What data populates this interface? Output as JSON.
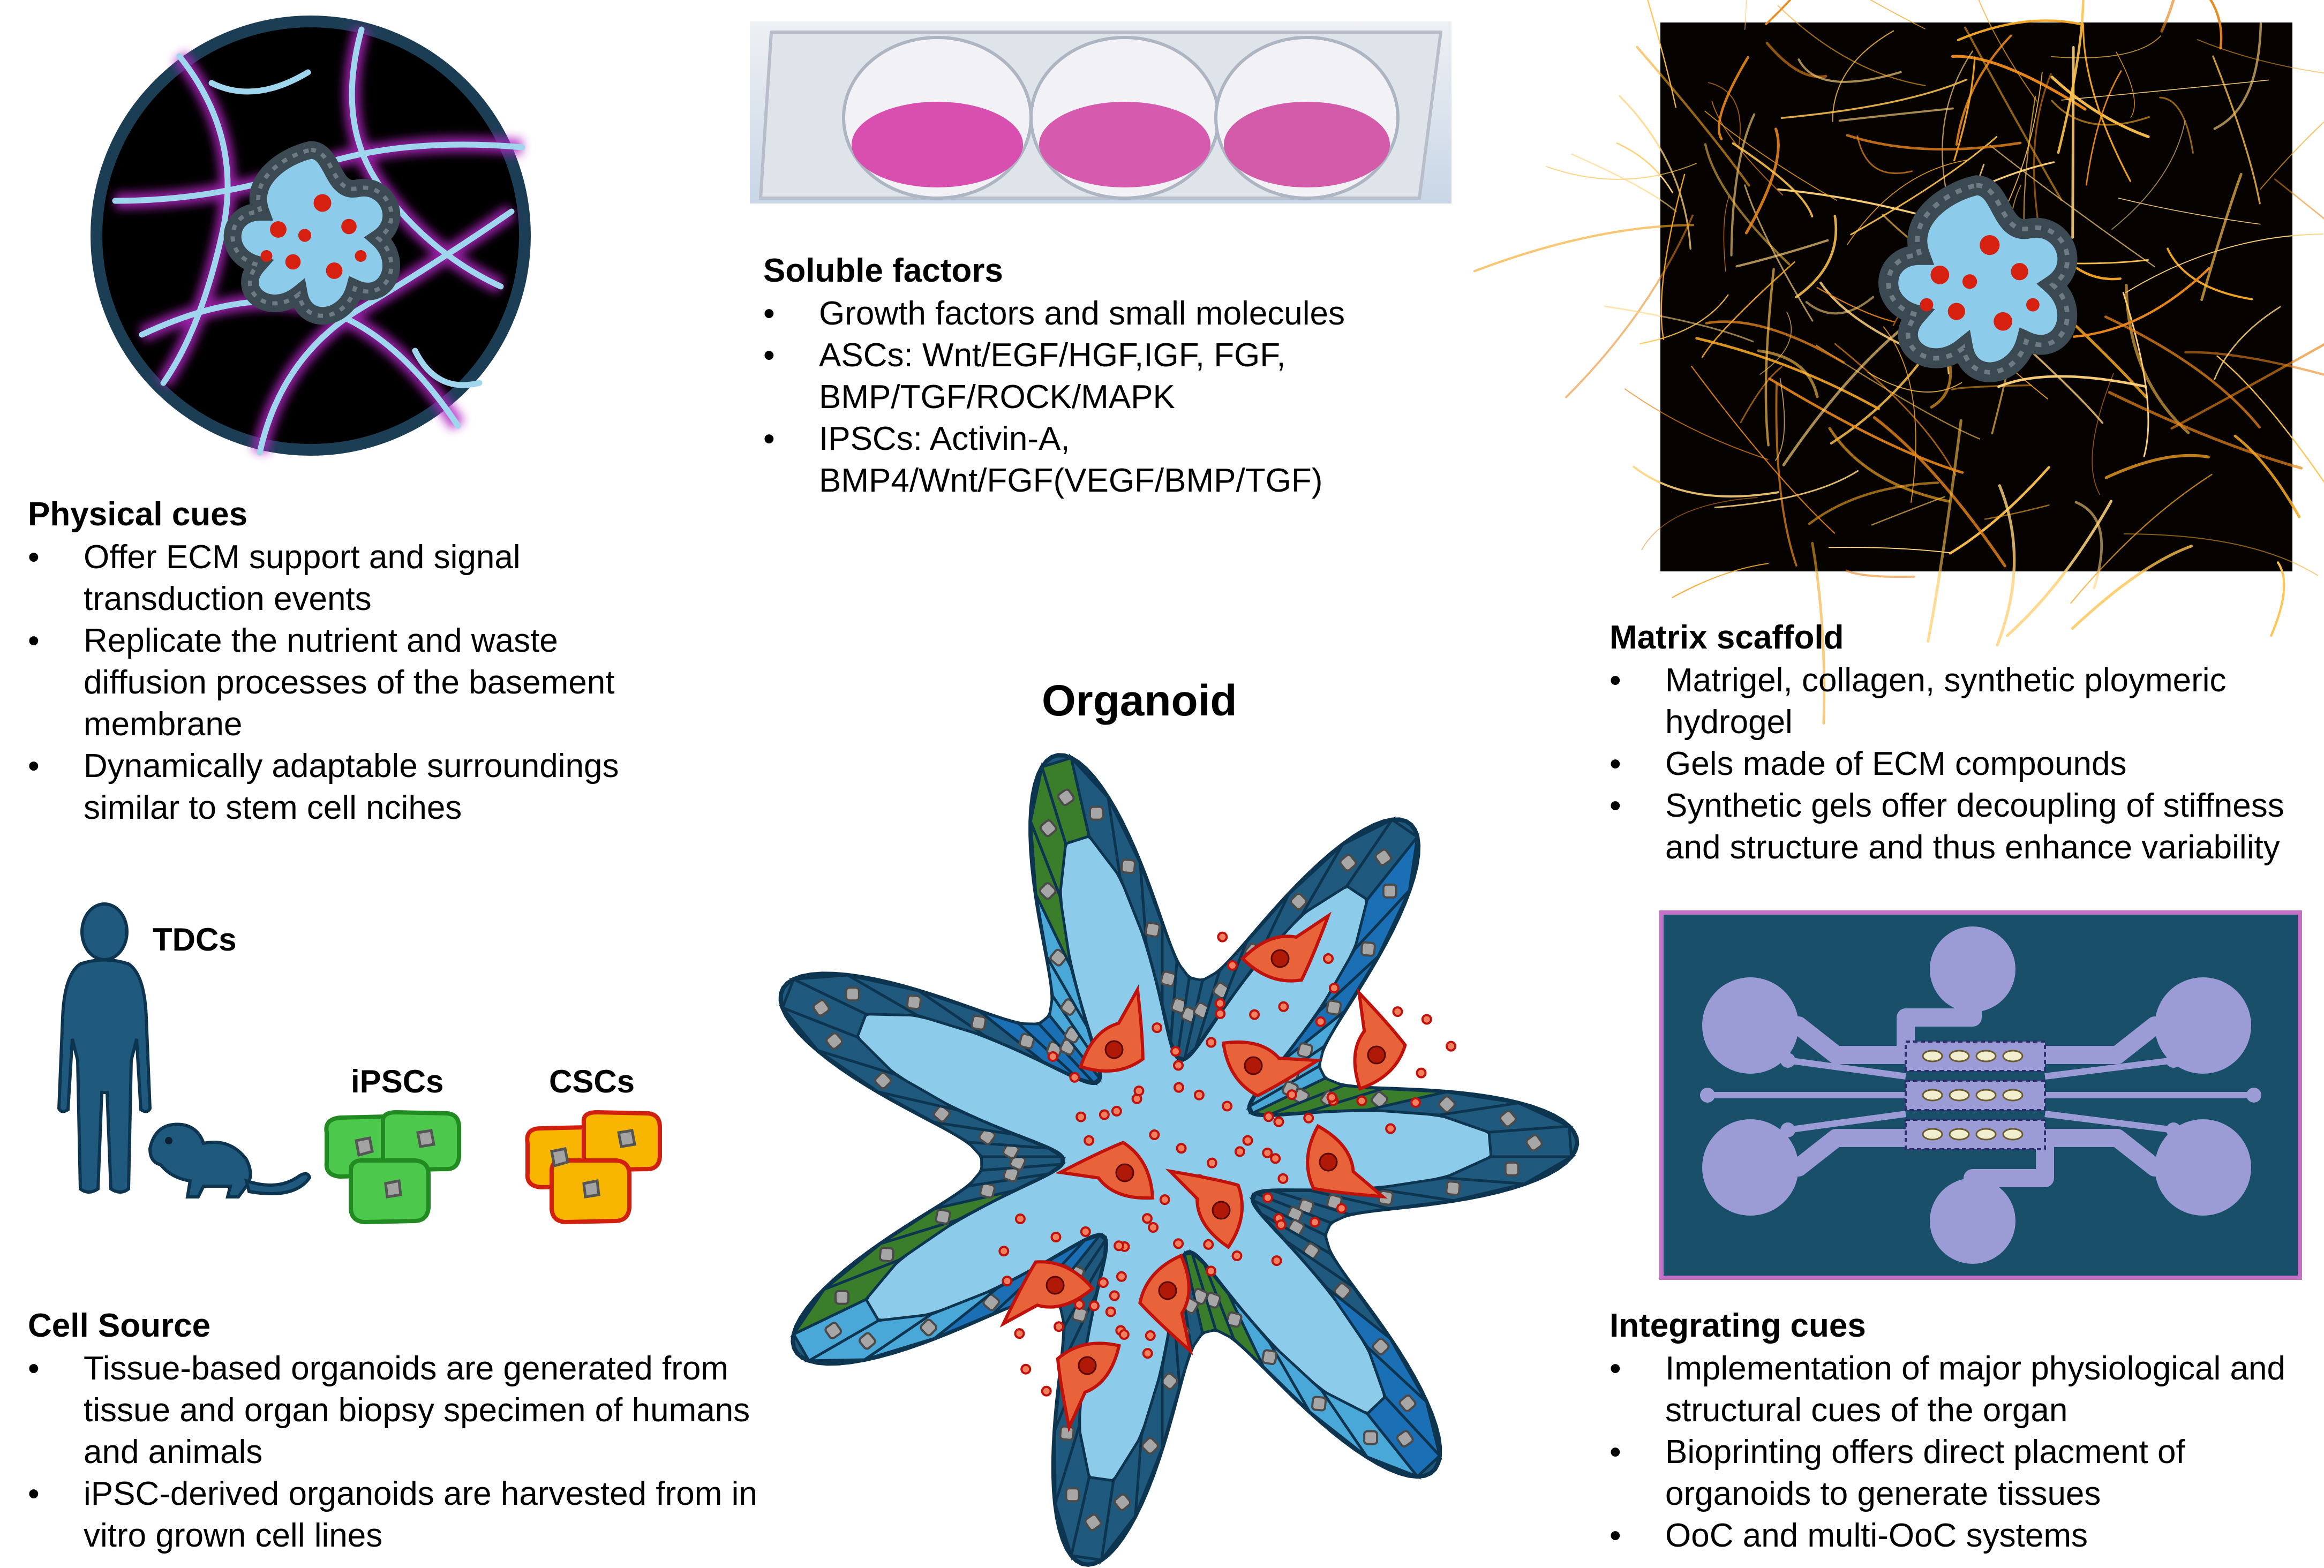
{
  "organoid": {
    "title": "Organoid"
  },
  "soluble": {
    "heading": "Soluble factors",
    "items": [
      "Growth factors and small molecules",
      "ASCs: Wnt/EGF/HGF,IGF, FGF, BMP/TGF/ROCK/MAPK",
      "IPSCs: Activin-A, BMP4/Wnt/FGF(VEGF/BMP/TGF)"
    ]
  },
  "physical": {
    "heading": "Physical cues",
    "items": [
      "Offer ECM support and signal transduction events",
      "Replicate the nutrient and waste diffusion processes of the basement membrane",
      "Dynamically adaptable surroundings similar to stem cell ncihes"
    ]
  },
  "matrix": {
    "heading": "Matrix scaffold",
    "items": [
      "Matrigel, collagen, synthetic ploymeric hydrogel",
      "Gels made of ECM compounds",
      "Synthetic gels offer decoupling of stiffness and structure and thus enhance variability"
    ]
  },
  "cell_source": {
    "heading": "Cell Source",
    "items": [
      "Tissue-based organoids are generated from tissue and organ biopsy specimen of humans and animals",
      "iPSC-derived organoids are harvested from in vitro grown cell lines"
    ],
    "labels": {
      "tdcs": "TDCs",
      "ipscs": "iPSCs",
      "cscs": "CSCs"
    }
  },
  "integrating": {
    "heading": "Integrating cues",
    "items": [
      "Implementation of major physiological and structural cues of the organ",
      "Bioprinting offers direct placment of organoids to generate tissues",
      "OoC and multi-OoC systems"
    ]
  },
  "colors": {
    "cell_dark": "#1f5a7e",
    "cell_blue": "#1a6fb5",
    "cell_light": "#4aa8d8",
    "cell_green": "#3a7d2a",
    "lumen": "#8ccbea",
    "secretory": "#e8623a",
    "chip_bg": "#1a4f6a",
    "chip_fg": "#9b9bd6",
    "fiber": "#f5a623",
    "ipsc": "#4cc94c",
    "csc": "#f7b500"
  }
}
